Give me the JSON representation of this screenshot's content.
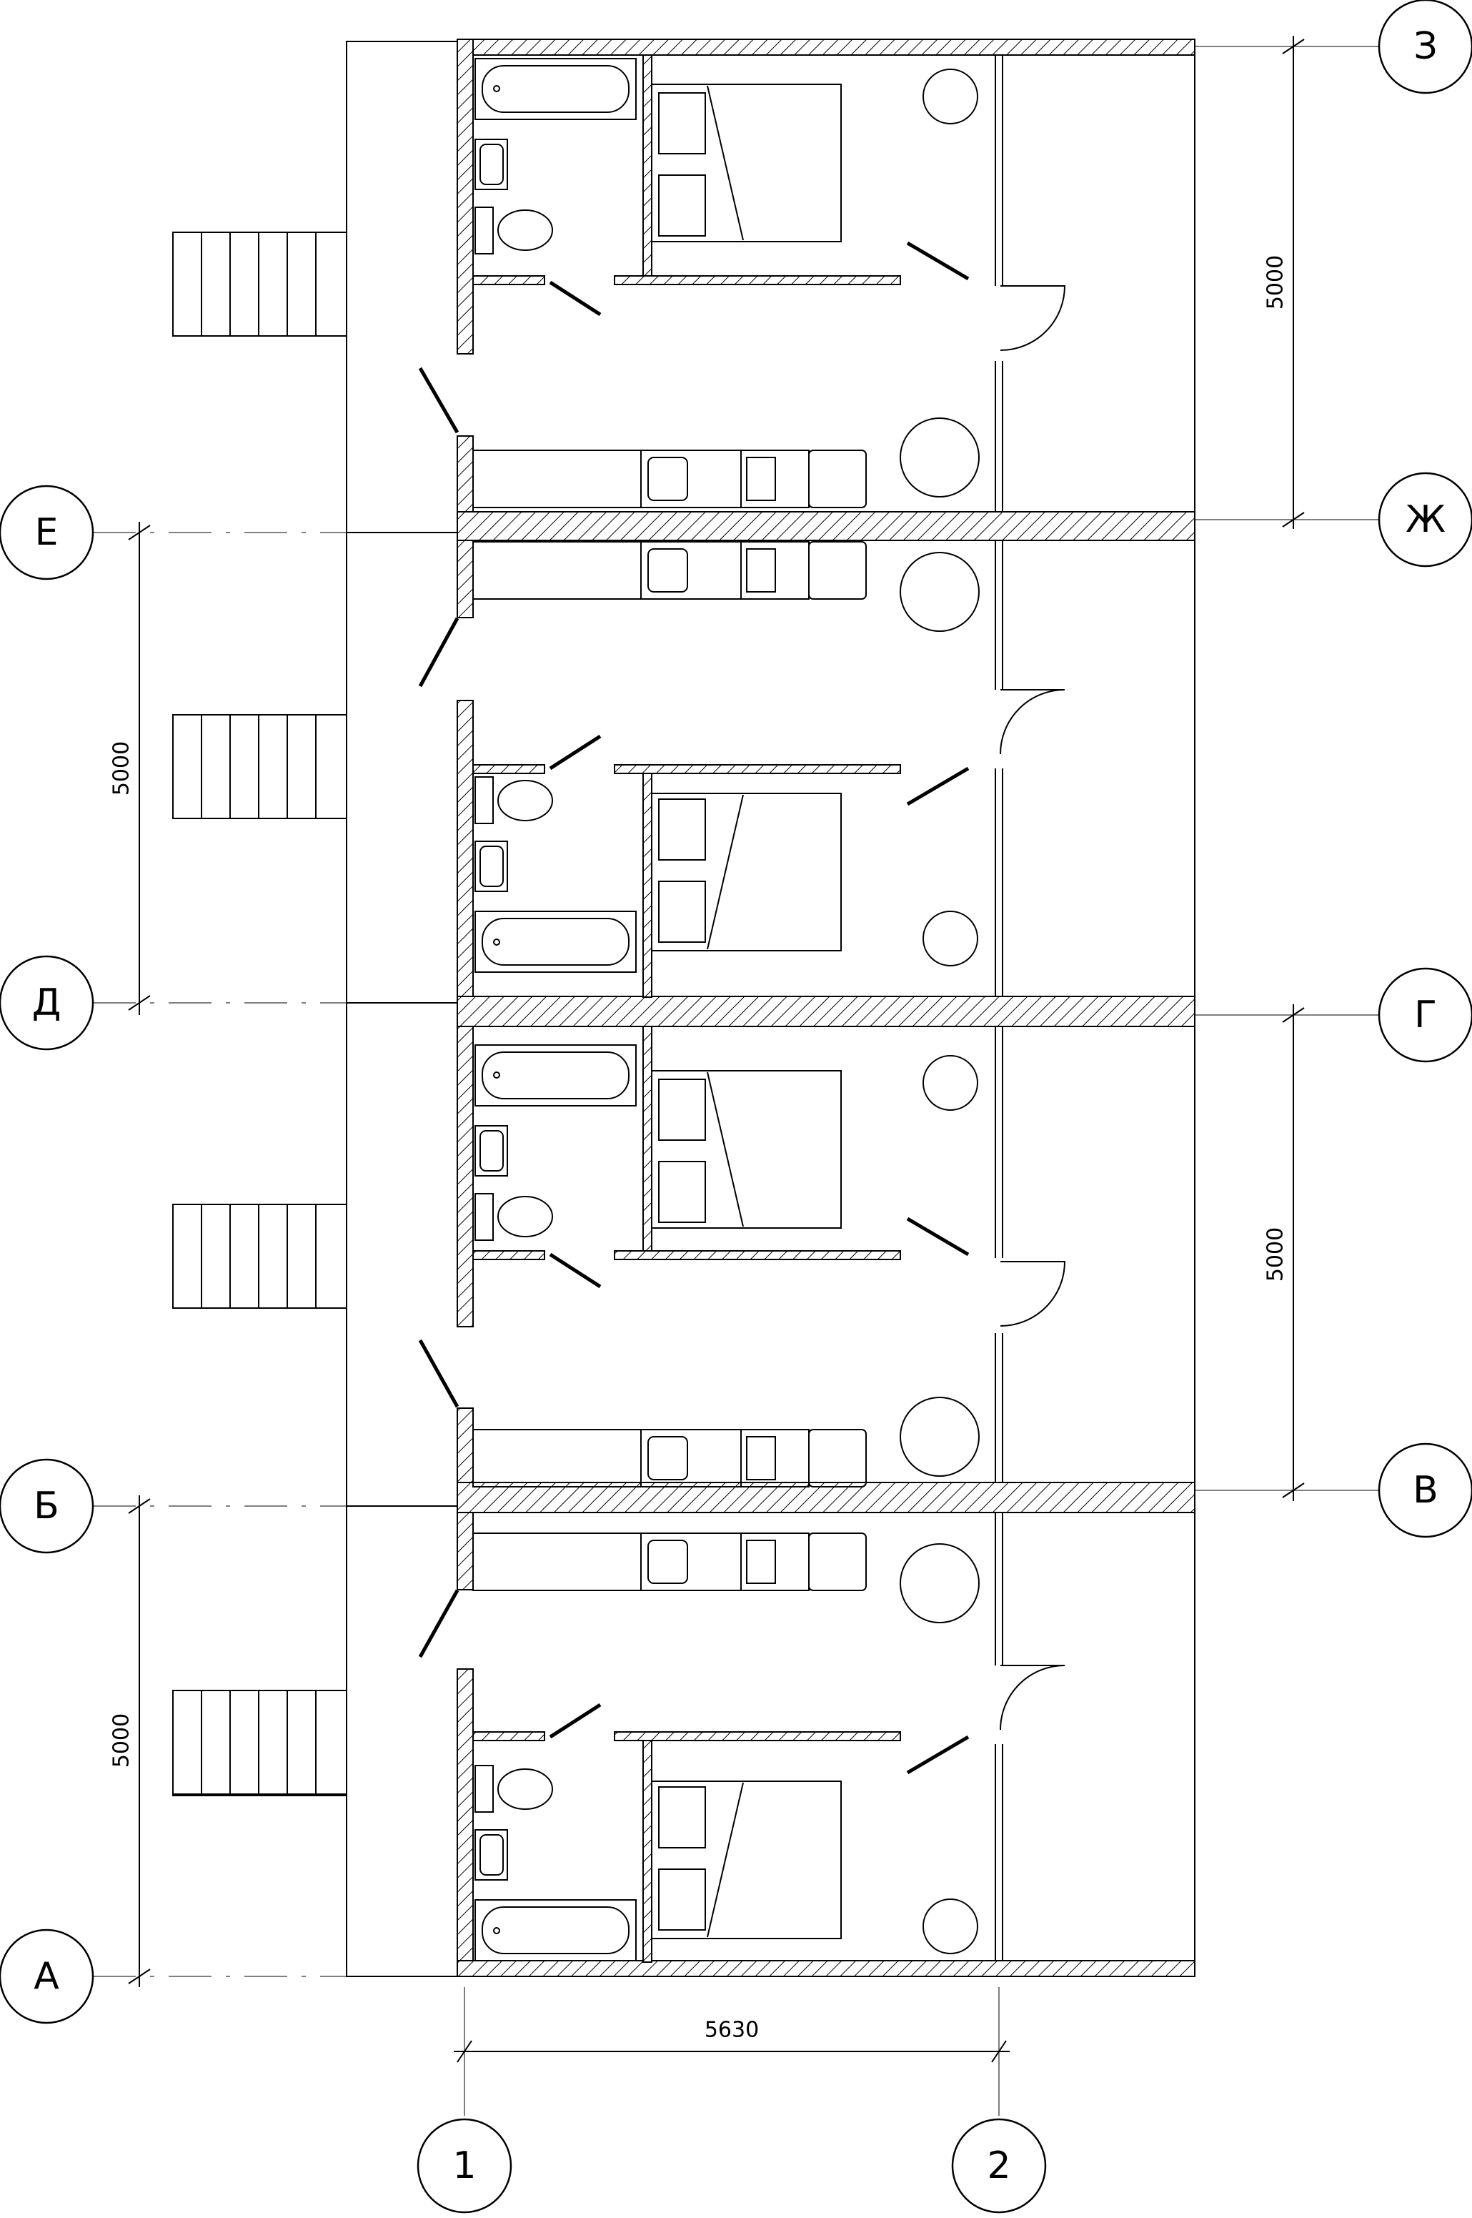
{
  "grid": {
    "rows_left": [
      {
        "label": "Е"
      },
      {
        "label": "Д"
      },
      {
        "label": "Б"
      },
      {
        "label": "А"
      }
    ],
    "rows_right": [
      {
        "label": "З"
      },
      {
        "label": "Ж"
      },
      {
        "label": "Г"
      },
      {
        "label": "В"
      }
    ],
    "columns": [
      {
        "label": "1"
      },
      {
        "label": "2"
      }
    ]
  },
  "dimensions": {
    "right_top": "5000",
    "left_upper": "5000",
    "right_lower": "5000",
    "left_lower": "5000",
    "bottom_width": "5630"
  },
  "colors": {
    "line": "#000000",
    "grid_line": "#555555",
    "background": "#ffffff"
  }
}
